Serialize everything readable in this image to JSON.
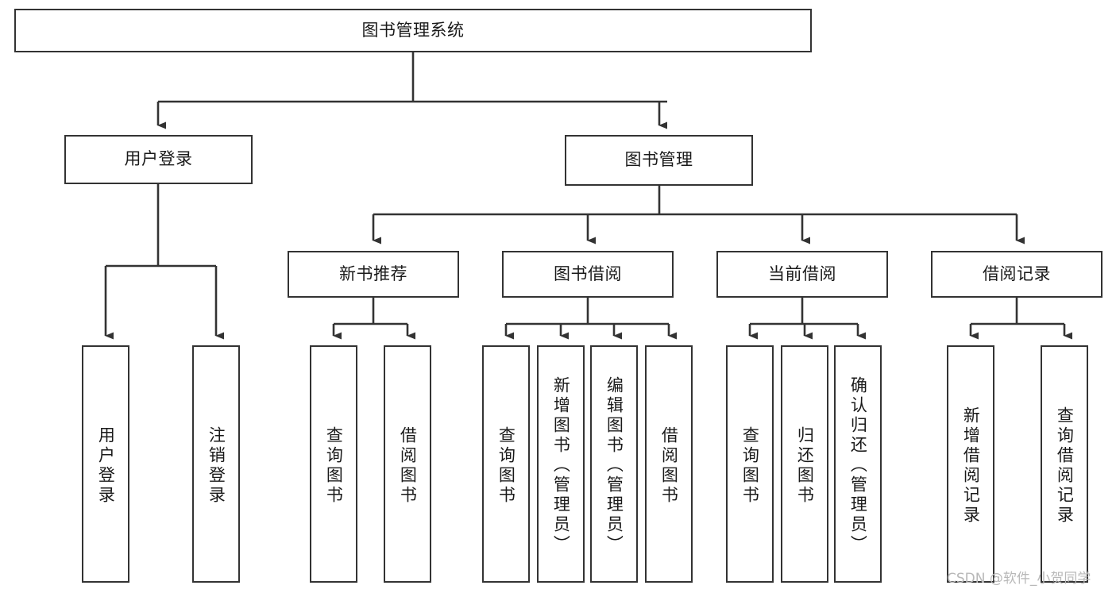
{
  "diagram": {
    "title": "图书管理系统",
    "type": "hierarchy-tree",
    "root": {
      "label": "图书管理系统"
    },
    "level2": [
      {
        "label": "用户登录"
      },
      {
        "label": "图书管理"
      }
    ],
    "level3": [
      {
        "label": "新书推荐"
      },
      {
        "label": "图书借阅"
      },
      {
        "label": "当前借阅"
      },
      {
        "label": "借阅记录"
      }
    ],
    "leaves": {
      "user_login": [
        {
          "label": "用户登录"
        },
        {
          "label": "注销登录"
        }
      ],
      "new_book_recommend": [
        {
          "label": "查询图书"
        },
        {
          "label": "借阅图书"
        }
      ],
      "book_borrow": [
        {
          "label": "查询图书"
        },
        {
          "label": "新增图书（管理员）"
        },
        {
          "label": "编辑图书（管理员）"
        },
        {
          "label": "借阅图书"
        }
      ],
      "current_borrow": [
        {
          "label": "查询图书"
        },
        {
          "label": "归还图书"
        },
        {
          "label": "确认归还（管理员）"
        }
      ],
      "borrow_record": [
        {
          "label": "新增借阅记录"
        },
        {
          "label": "查询借阅记录"
        }
      ]
    }
  },
  "watermark": {
    "text": "CSDN @软件_小贺同学"
  },
  "colors": {
    "stroke": "#333333",
    "text": "#1a1a1a",
    "background": "#ffffff",
    "watermark": "#b8b8b8"
  }
}
